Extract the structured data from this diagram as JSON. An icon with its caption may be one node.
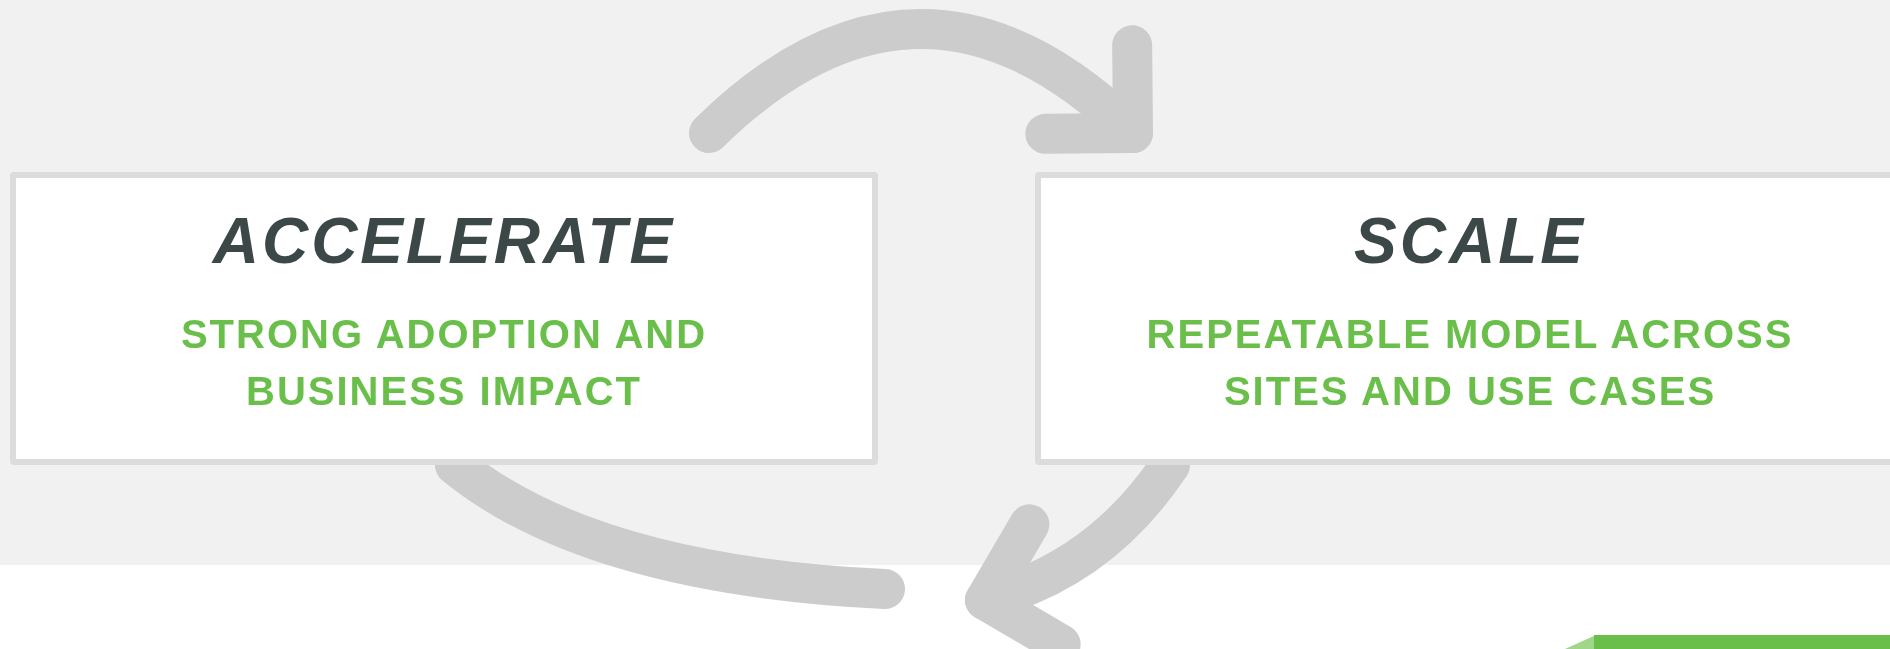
{
  "diagram": {
    "nodes": [
      {
        "text": [
          "ACCELERATE",
          "STRONG ADOPTION AND BUSINESS IMPACT"
        ]
      },
      {
        "text": [
          "SCALE",
          "REPEATABLE MODEL ACROSS SITES AND USE CASES"
        ]
      }
    ],
    "edges": [
      {
        "from": 0,
        "to": 1,
        "arrow": "to"
      },
      {
        "from": 1,
        "to": null,
        "arrow": "to"
      },
      {
        "from": null,
        "to": 0,
        "arrow": "none"
      }
    ]
  }
}
